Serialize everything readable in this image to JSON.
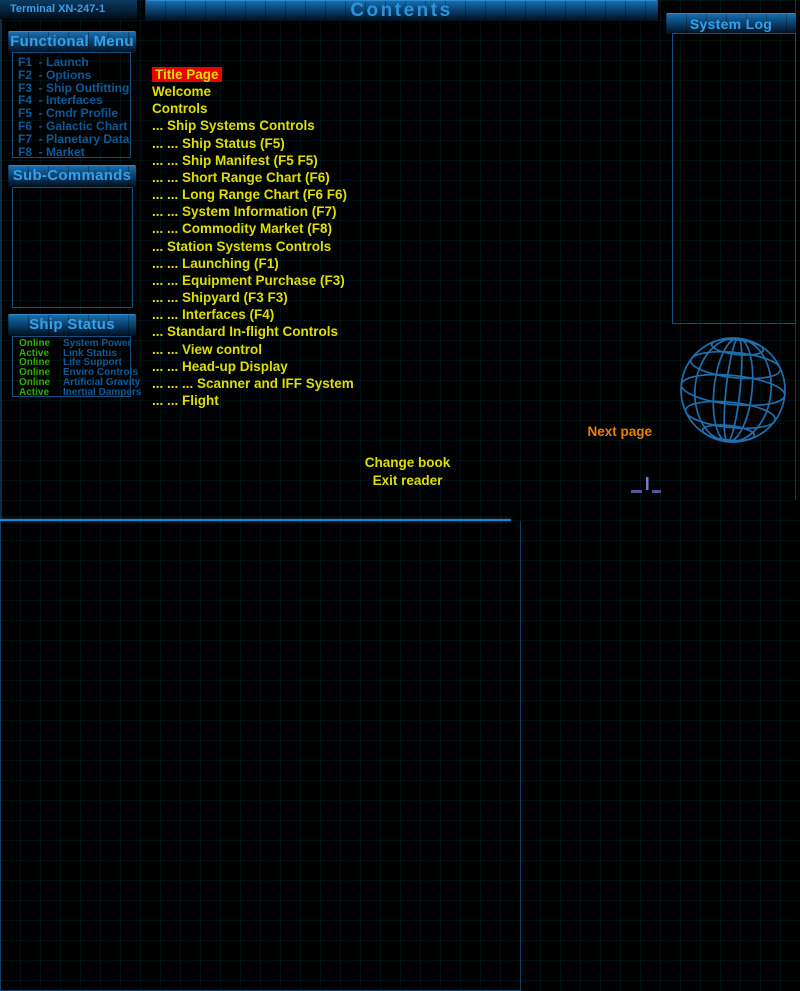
{
  "colors": {
    "accent_blue": "#35a2e8",
    "menu_blue": "#0d5a9a",
    "content_yellow": "#dfdf00",
    "next_page_orange": "#f08000",
    "highlight_red": "#ee0000",
    "status_green": "#2fae00",
    "border_blue": "#14507f"
  },
  "terminal": {
    "title": "Terminal XN-247-1"
  },
  "functional_menu": {
    "title": "Functional Menu",
    "items": [
      "F1  - Launch",
      "F2  - Options",
      "F3  - Ship Outfitting",
      "F4  - Interfaces",
      "F5  - Cmdr Profile",
      "F6  - Galactic Chart",
      "F7  - Planetary Data",
      "F8  - Market"
    ]
  },
  "sub_commands": {
    "title": "Sub-Commands"
  },
  "ship_status": {
    "title": "Ship Status",
    "rows": [
      {
        "status": "Online",
        "label": "System Power"
      },
      {
        "status": "Active",
        "label": "Link Status"
      },
      {
        "status": "Online",
        "label": "Life Support"
      },
      {
        "status": "Online",
        "label": "Enviro Controls"
      },
      {
        "status": "Online",
        "label": "Artificial Gravity"
      },
      {
        "status": "Active",
        "label": "Inertial Dampers"
      }
    ]
  },
  "system_log": {
    "title": "System Log"
  },
  "reader": {
    "title": "Contents",
    "toc": [
      {
        "label": "Title Page",
        "highlighted": true
      },
      {
        "label": "Welcome"
      },
      {
        "label": "Controls"
      },
      {
        "label": "... Ship Systems Controls"
      },
      {
        "label": "... ... Ship Status (F5)"
      },
      {
        "label": "... ... Ship Manifest (F5 F5)"
      },
      {
        "label": "... ... Short Range Chart (F6)"
      },
      {
        "label": "... ... Long Range Chart (F6 F6)"
      },
      {
        "label": "... ... System Information (F7)"
      },
      {
        "label": "... ... Commodity Market (F8)"
      },
      {
        "label": "... Station Systems Controls"
      },
      {
        "label": "... ... Launching (F1)"
      },
      {
        "label": "... ... Equipment Purchase (F3)"
      },
      {
        "label": "... ... Shipyard (F3 F3)"
      },
      {
        "label": "... ... Interfaces (F4)"
      },
      {
        "label": "... Standard In-flight Controls"
      },
      {
        "label": "... ... View control"
      },
      {
        "label": "... ... Head-up Display"
      },
      {
        "label": "... ... ... Scanner and IFF System"
      },
      {
        "label": "... ... Flight"
      }
    ],
    "next_page": "Next page",
    "change_book": "Change book",
    "exit_reader": "Exit reader"
  }
}
